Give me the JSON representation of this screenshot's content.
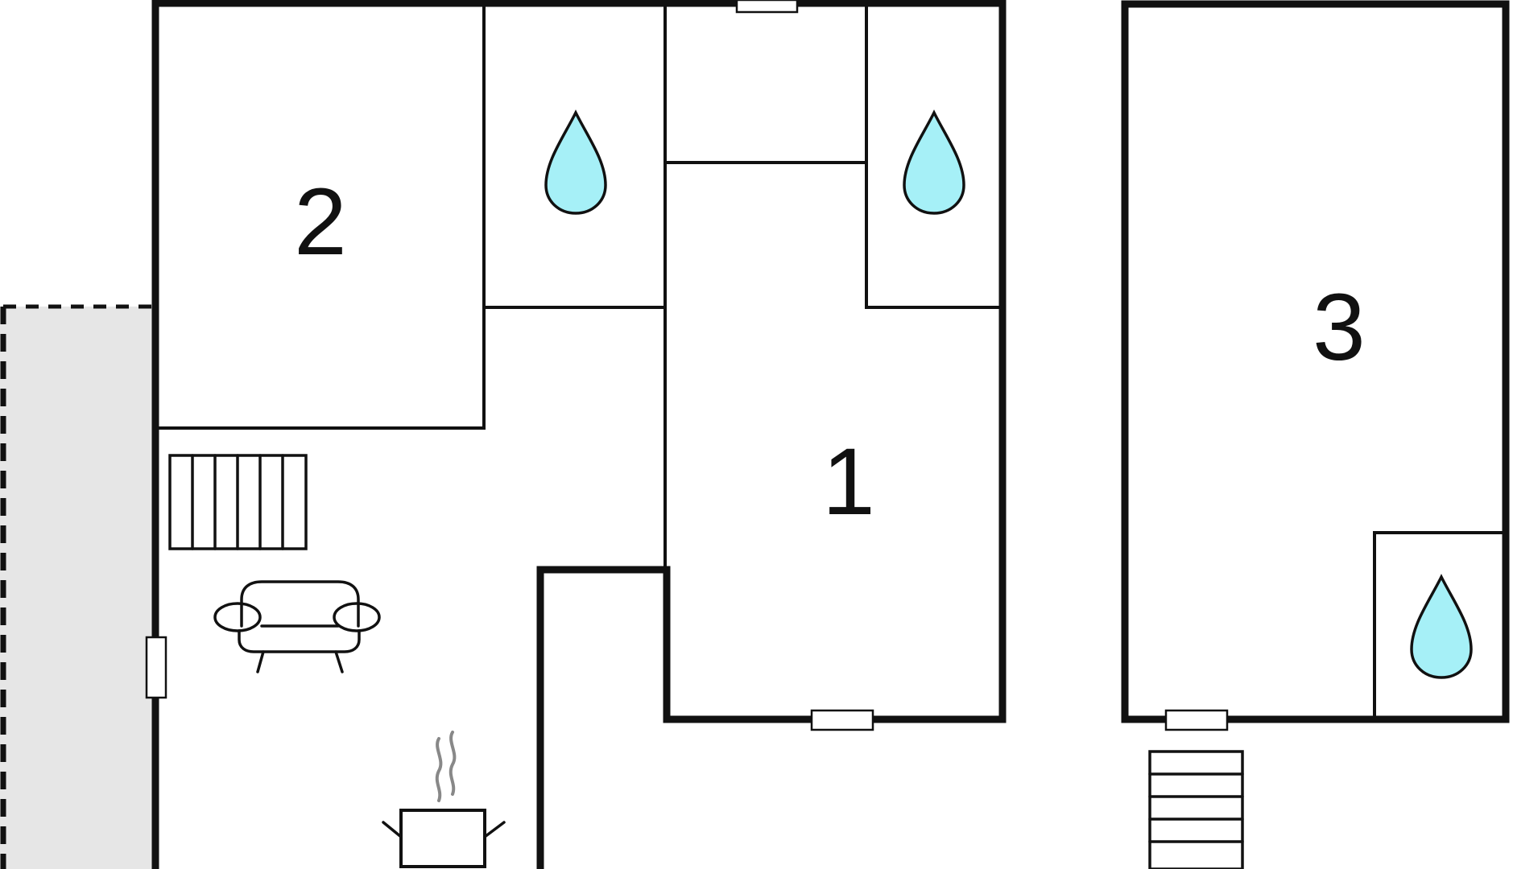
{
  "rooms": [
    {
      "id": "room-1",
      "label": "1"
    },
    {
      "id": "room-2",
      "label": "2"
    },
    {
      "id": "room-3",
      "label": "3"
    }
  ],
  "icons": {
    "water": "water-drop-icon",
    "sofa": "sofa-icon",
    "cooking": "cooking-pot-icon",
    "stairs": "stairs-icon",
    "window": "window-icon"
  },
  "colors": {
    "wall": "#111111",
    "water_fill": "#a6f0f7",
    "terrace_fill": "#e6e6e6",
    "steam": "#888888"
  }
}
